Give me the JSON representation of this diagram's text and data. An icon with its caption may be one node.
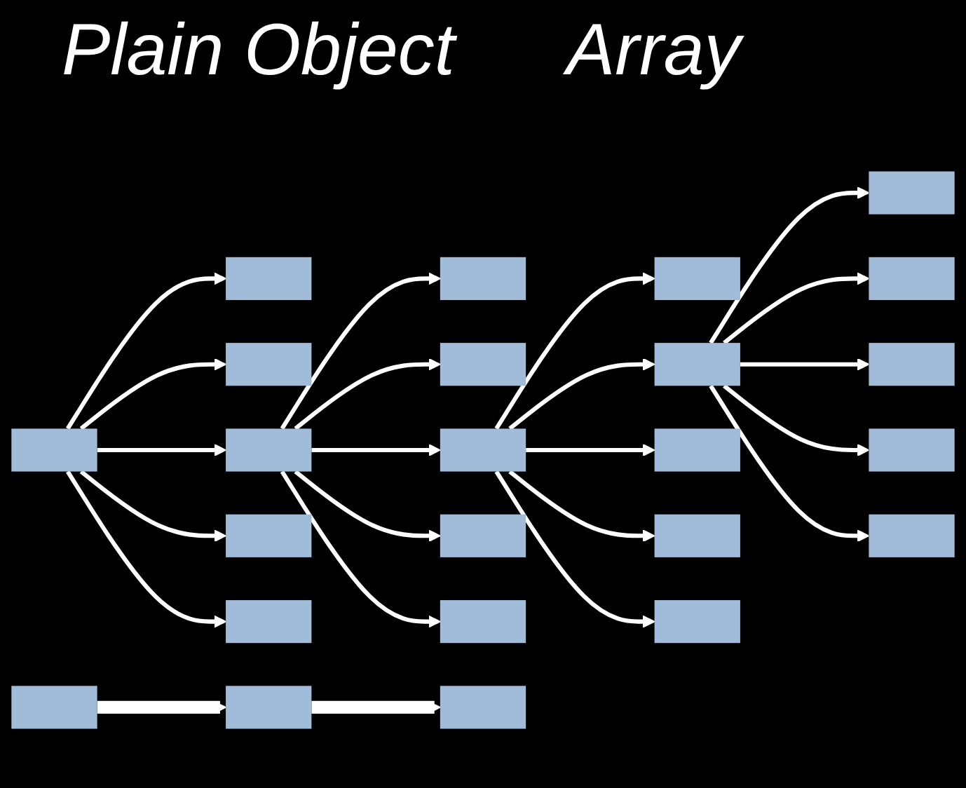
{
  "diagram": {
    "title": "Plain Object",
    "labels": [
      "Array"
    ],
    "nodes": [
      {
        "text": [],
        "shape": "box"
      },
      {
        "text": [],
        "shape": "box"
      },
      {
        "text": [],
        "shape": "box"
      },
      {
        "text": [],
        "shape": "box"
      },
      {
        "text": [],
        "shape": "box"
      },
      {
        "text": [],
        "shape": "box"
      },
      {
        "text": [],
        "shape": "box"
      },
      {
        "text": [],
        "shape": "box"
      },
      {
        "text": [],
        "shape": "box"
      },
      {
        "text": [],
        "shape": "box"
      },
      {
        "text": [],
        "shape": "box"
      },
      {
        "text": [],
        "shape": "box"
      },
      {
        "text": [],
        "shape": "box"
      },
      {
        "text": [],
        "shape": "box"
      },
      {
        "text": [],
        "shape": "box"
      },
      {
        "text": [],
        "shape": "box"
      },
      {
        "text": [],
        "shape": "box"
      },
      {
        "text": [],
        "shape": "box"
      },
      {
        "text": [],
        "shape": "box"
      },
      {
        "text": [],
        "shape": "box"
      },
      {
        "text": [],
        "shape": "box"
      },
      {
        "text": [],
        "shape": "box"
      },
      {
        "text": [],
        "shape": "box"
      },
      {
        "text": [],
        "shape": "box"
      }
    ],
    "edges": [
      {
        "from": 0,
        "to": 1,
        "arrow": "to"
      },
      {
        "from": 0,
        "to": 2,
        "arrow": "to"
      },
      {
        "from": 0,
        "to": 3,
        "arrow": "to"
      },
      {
        "from": 0,
        "to": 4,
        "arrow": "to"
      },
      {
        "from": 0,
        "to": 5,
        "arrow": "to"
      },
      {
        "from": 3,
        "to": 6,
        "arrow": "to"
      },
      {
        "from": 3,
        "to": 7,
        "arrow": "to"
      },
      {
        "from": 3,
        "to": 8,
        "arrow": "to"
      },
      {
        "from": 3,
        "to": 9,
        "arrow": "to"
      },
      {
        "from": 3,
        "to": 10,
        "arrow": "to"
      },
      {
        "from": 8,
        "to": 11,
        "arrow": "to"
      },
      {
        "from": 8,
        "to": 12,
        "arrow": "to"
      },
      {
        "from": 8,
        "to": 13,
        "arrow": "to"
      },
      {
        "from": 8,
        "to": 14,
        "arrow": "to"
      },
      {
        "from": 8,
        "to": 15,
        "arrow": "to"
      },
      {
        "from": 12,
        "to": 16,
        "arrow": "to"
      },
      {
        "from": 12,
        "to": 17,
        "arrow": "to"
      },
      {
        "from": 12,
        "to": 18,
        "arrow": "to"
      },
      {
        "from": 12,
        "to": 19,
        "arrow": "to"
      },
      {
        "from": 12,
        "to": 20,
        "arrow": "to"
      },
      {
        "from": 21,
        "to": 22,
        "arrow": "to",
        "style": "thick"
      },
      {
        "from": 22,
        "to": 23,
        "arrow": "to",
        "style": "thick"
      }
    ]
  }
}
